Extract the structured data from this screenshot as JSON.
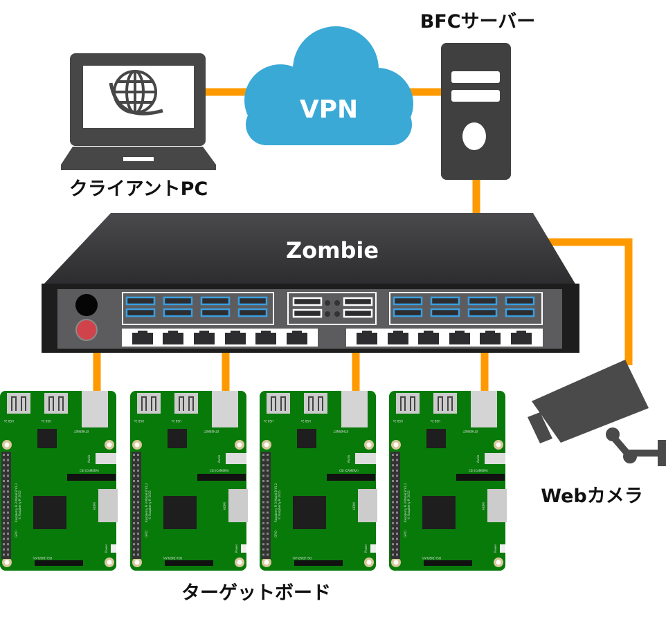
{
  "labels": {
    "client": "クライアントPC",
    "vpn": "VPN",
    "server": "BFCサーバー",
    "switch": "Zombie",
    "camera": "Webカメラ",
    "boards": "ターゲットボード"
  },
  "board": {
    "usb": "USB 2x",
    "ethernet": "ETHERNET",
    "audio": "Audio",
    "csi": "CSI (CAMERA)",
    "hdmi": "HDMI",
    "dsi": "DSI (DISPLAY)",
    "power": "Power",
    "gpio": "GPIO",
    "model": "Raspberry Pi 3 Model B V1.2",
    "copyright": "© Raspberry Pi 2015"
  },
  "board_count": 4,
  "colors": {
    "link": "#ff9900",
    "cloud": "#3aa9d6",
    "device": "#444444",
    "board": "#087a0a",
    "usb_port": "#3a9fe0"
  },
  "icons": {
    "client": "laptop-globe-icon",
    "vpn": "cloud-icon",
    "server": "server-tower-icon",
    "switch": "network-switch-icon",
    "camera": "security-camera-icon",
    "boards": "raspberry-pi-board-icon"
  }
}
